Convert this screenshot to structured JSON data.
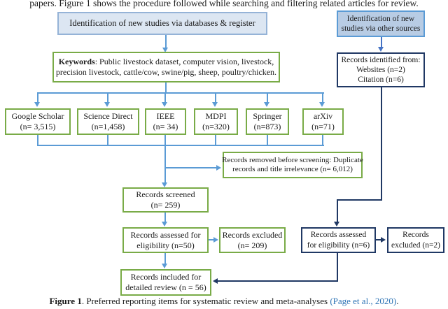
{
  "intro_text": "papers. Figure 1 shows the procedure followed while searching and filtering related articles for review.",
  "flowchart": {
    "db_identification": "Identification of new studies via databases & register",
    "other_identification": {
      "line1": "Identification of new",
      "line2": "studies via other sources"
    },
    "keywords": {
      "bold": "Keywords",
      "line1_rest": ": Public livestock dataset, computer vision, livestock,",
      "line2": "precision livestock, cattle/cow, swine/pig, sheep, poultry/chicken."
    },
    "databases": [
      {
        "name": "Google Scholar",
        "count": "(n= 3,515)"
      },
      {
        "name": "Science Direct",
        "count": "(n=1,458)"
      },
      {
        "name": "IEEE",
        "count": "(n= 34)"
      },
      {
        "name": "MDPI",
        "count": "(n=320)"
      },
      {
        "name": "Springer",
        "count": "(n=873)"
      },
      {
        "name": "arXiv",
        "count": "(n=71)"
      }
    ],
    "records_identified": {
      "line1": "Records identified from:",
      "line2": "Websites (n=2)",
      "line3": "Citation (n=6)"
    },
    "records_removed": {
      "line1": "Records removed before screening: Duplicate",
      "line2": "records and title irrelevance (n= 6,012)"
    },
    "records_screened": {
      "line1": "Records screened",
      "line2": "(n= 259)"
    },
    "assessed_left": {
      "line1": "Records assessed for",
      "line2": "eligibility (n=50)"
    },
    "excluded_left": {
      "line1": "Records excluded",
      "line2": "(n= 209)"
    },
    "assessed_right": {
      "line1": "Records assessed",
      "line2": "for eligibility (n=6)"
    },
    "excluded_right": {
      "line1": "Records",
      "line2": "excluded (n=2)"
    },
    "included": {
      "line1": "Records included for",
      "line2": "detailed review (n = 56)"
    }
  },
  "caption": {
    "figure_label": "Figure 1",
    "text": ". Preferred reporting items for systematic review and meta-analyses ",
    "citation": "(Page et al., 2020)",
    "period": "."
  },
  "colors": {
    "green": "#79ab47",
    "blue": "#5b9bd5",
    "blue2": "#4472c4",
    "navy": "#203864",
    "boxa-fill": "#dce6f2",
    "boxa-border": "#95b3d7",
    "boxb-fill": "#b8cce4",
    "boxb-border": "#5b9bd5",
    "link": "#2e74b5",
    "text": "#1a1a1a"
  }
}
